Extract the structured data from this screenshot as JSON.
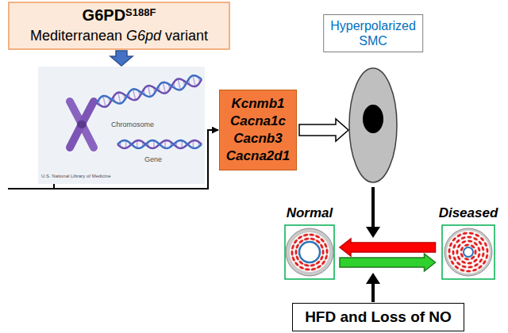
{
  "diagram": {
    "nodes": [
      {
        "text": [
          "G6PD",
          "S188F",
          "Mediterranean G6pd variant"
        ]
      },
      {
        "text": [
          "Chromosome",
          "Gene",
          "U.S. National Library of Medicine"
        ]
      },
      {
        "text": [
          "Kcnmb1",
          "Cacna1c",
          "Cacnb3",
          "Cacna2d1"
        ]
      },
      {
        "text": [
          "Hyperpolarized SMC"
        ]
      },
      {
        "text": [
          "Normal"
        ]
      },
      {
        "text": [
          "Diseased"
        ]
      },
      {
        "text": [
          "HFD and Loss of NO"
        ]
      }
    ],
    "edges": [
      {
        "from": 0,
        "to": 1,
        "arrow": "to"
      },
      {
        "from": 1,
        "to": 2,
        "arrow": "to"
      },
      {
        "from": 2,
        "to": 3,
        "arrow": "to"
      },
      {
        "from": 5,
        "to": 4,
        "arrow": "to"
      },
      {
        "from": 4,
        "to": 5,
        "arrow": "to"
      }
    ]
  }
}
